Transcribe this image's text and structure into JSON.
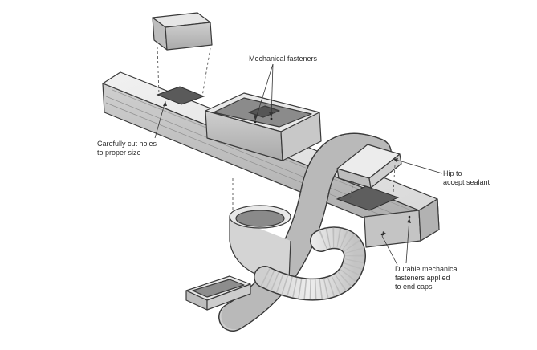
{
  "labels": {
    "mechanical_fasteners": "Mechanical fasteners",
    "cut_holes": [
      "Carefully cut holes",
      "to proper size"
    ],
    "hip": [
      "Hip to",
      "accept sealant"
    ],
    "durable": [
      "Durable mechanical",
      "fasteners applied",
      "to end caps"
    ]
  },
  "colors": {
    "outline": "#3a3a3a",
    "duct_light": "#ececec",
    "duct_mid": "#d2d2d2",
    "duct_dark": "#b3b3b3",
    "flex": "#dedede"
  }
}
